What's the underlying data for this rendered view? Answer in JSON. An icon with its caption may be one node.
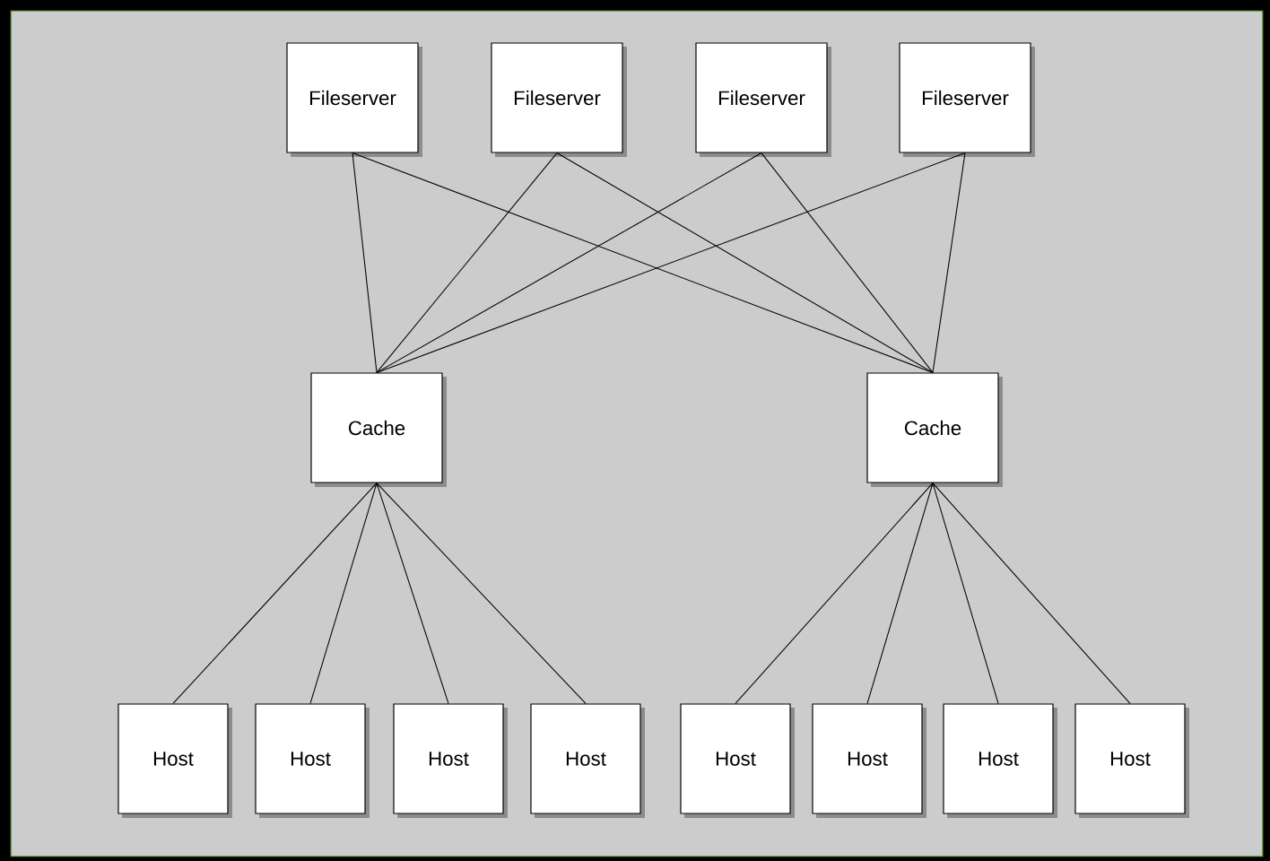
{
  "diagram": {
    "nodes": [
      {
        "text": [
          "Fileserver"
        ]
      },
      {
        "text": [
          "Fileserver"
        ]
      },
      {
        "text": [
          "Fileserver"
        ]
      },
      {
        "text": [
          "Fileserver"
        ]
      },
      {
        "text": [
          "Cache"
        ]
      },
      {
        "text": [
          "Cache"
        ]
      },
      {
        "text": [
          "Host"
        ]
      },
      {
        "text": [
          "Host"
        ]
      },
      {
        "text": [
          "Host"
        ]
      },
      {
        "text": [
          "Host"
        ]
      },
      {
        "text": [
          "Host"
        ]
      },
      {
        "text": [
          "Host"
        ]
      },
      {
        "text": [
          "Host"
        ]
      },
      {
        "text": [
          "Host"
        ]
      }
    ],
    "edges": [
      {
        "from": 0,
        "to": 4,
        "arrow": "none"
      },
      {
        "from": 0,
        "to": 5,
        "arrow": "none"
      },
      {
        "from": 1,
        "to": 4,
        "arrow": "none"
      },
      {
        "from": 1,
        "to": 5,
        "arrow": "none"
      },
      {
        "from": 2,
        "to": 4,
        "arrow": "none"
      },
      {
        "from": 2,
        "to": 5,
        "arrow": "none"
      },
      {
        "from": 3,
        "to": 4,
        "arrow": "none"
      },
      {
        "from": 3,
        "to": 5,
        "arrow": "none"
      },
      {
        "from": 4,
        "to": 6,
        "arrow": "none"
      },
      {
        "from": 4,
        "to": 7,
        "arrow": "none"
      },
      {
        "from": 4,
        "to": 8,
        "arrow": "none"
      },
      {
        "from": 4,
        "to": 9,
        "arrow": "none"
      },
      {
        "from": 5,
        "to": 10,
        "arrow": "none"
      },
      {
        "from": 5,
        "to": 11,
        "arrow": "none"
      },
      {
        "from": 5,
        "to": 12,
        "arrow": "none"
      },
      {
        "from": 5,
        "to": 13,
        "arrow": "none"
      }
    ]
  }
}
